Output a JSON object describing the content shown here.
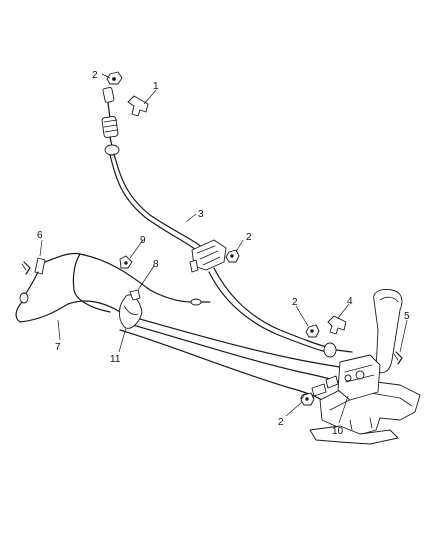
{
  "diagram": {
    "callouts": [
      {
        "id": "c1",
        "text": "1"
      },
      {
        "id": "c2a",
        "text": "2"
      },
      {
        "id": "c3",
        "text": "3"
      },
      {
        "id": "c2b",
        "text": "2"
      },
      {
        "id": "c9",
        "text": "9"
      },
      {
        "id": "c6",
        "text": "6"
      },
      {
        "id": "c8",
        "text": "8"
      },
      {
        "id": "c2c",
        "text": "2"
      },
      {
        "id": "c4",
        "text": "4"
      },
      {
        "id": "c5",
        "text": "5"
      },
      {
        "id": "c7",
        "text": "7"
      },
      {
        "id": "c11",
        "text": "11"
      },
      {
        "id": "c2d",
        "text": "2"
      },
      {
        "id": "c10",
        "text": "10"
      }
    ]
  }
}
